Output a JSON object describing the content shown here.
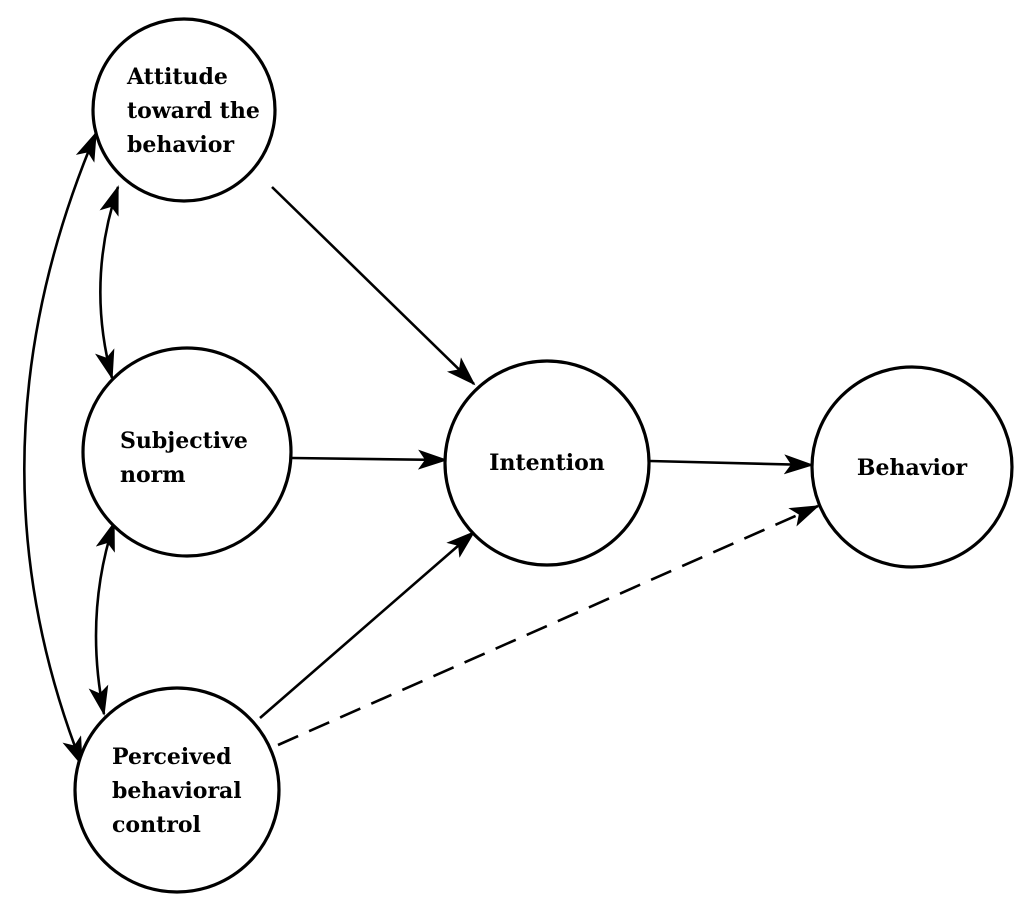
{
  "nodes": {
    "attitude": {
      "lines": [
        "Attitude",
        "toward the",
        "behavior"
      ]
    },
    "subjective_norm": {
      "lines": [
        "Subjective",
        "norm"
      ]
    },
    "perceived_control": {
      "lines": [
        "Perceived",
        "behavioral",
        "control"
      ]
    },
    "intention": {
      "lines": [
        "Intention"
      ]
    },
    "behavior": {
      "lines": [
        "Behavior"
      ]
    }
  },
  "edges": [
    {
      "from": "attitude",
      "to": "intention",
      "style": "solid",
      "arrow": "end"
    },
    {
      "from": "subjective_norm",
      "to": "intention",
      "style": "solid",
      "arrow": "end"
    },
    {
      "from": "perceived_control",
      "to": "intention",
      "style": "solid",
      "arrow": "end"
    },
    {
      "from": "intention",
      "to": "behavior",
      "style": "solid",
      "arrow": "end"
    },
    {
      "from": "perceived_control",
      "to": "behavior",
      "style": "dashed",
      "arrow": "end"
    },
    {
      "from": "attitude",
      "to": "subjective_norm",
      "style": "solid",
      "arrow": "both"
    },
    {
      "from": "subjective_norm",
      "to": "perceived_control",
      "style": "solid",
      "arrow": "both"
    },
    {
      "from": "attitude",
      "to": "perceived_control",
      "style": "solid",
      "arrow": "both"
    }
  ],
  "colors": {
    "stroke": "#000000",
    "background": "#ffffff"
  }
}
